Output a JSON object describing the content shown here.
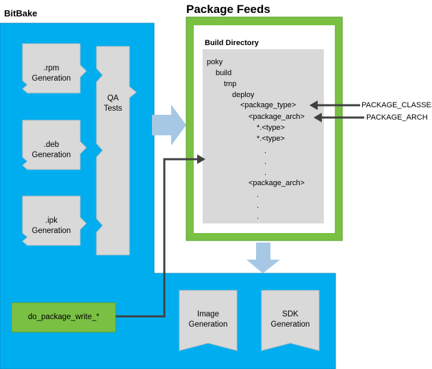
{
  "bitbake": {
    "title": "BitBake",
    "generators": [
      {
        "line1": ".rpm",
        "line2": "Generation"
      },
      {
        "line1": ".deb",
        "line2": "Generation"
      },
      {
        "line1": ".ipk",
        "line2": "Generation"
      }
    ],
    "qa": {
      "line1": "QA",
      "line2": "Tests"
    },
    "task": "do_package_write_*"
  },
  "feeds": {
    "title": "Package Feeds",
    "build_dir_title": "Build Directory",
    "tree": [
      "poky",
      "build",
      "tmp",
      "deploy",
      "<package_type>",
      "<package_arch>",
      "*.<type>",
      "*.<type>",
      ".",
      ".",
      ".",
      "<package_arch>",
      ".",
      ".",
      "."
    ]
  },
  "labels": {
    "package_classes": "PACKAGE_CLASSES",
    "package_arch": "PACKAGE_ARCH"
  },
  "outputs": [
    {
      "line1": "Image",
      "line2": "Generation"
    },
    {
      "line1": "SDK",
      "line2": "Generation"
    }
  ],
  "colors": {
    "blue": "#00aeef",
    "green": "#7ac143",
    "gray": "#d9d9d9",
    "arrow": "#404040",
    "big_arrow": "#a6c8e4"
  }
}
